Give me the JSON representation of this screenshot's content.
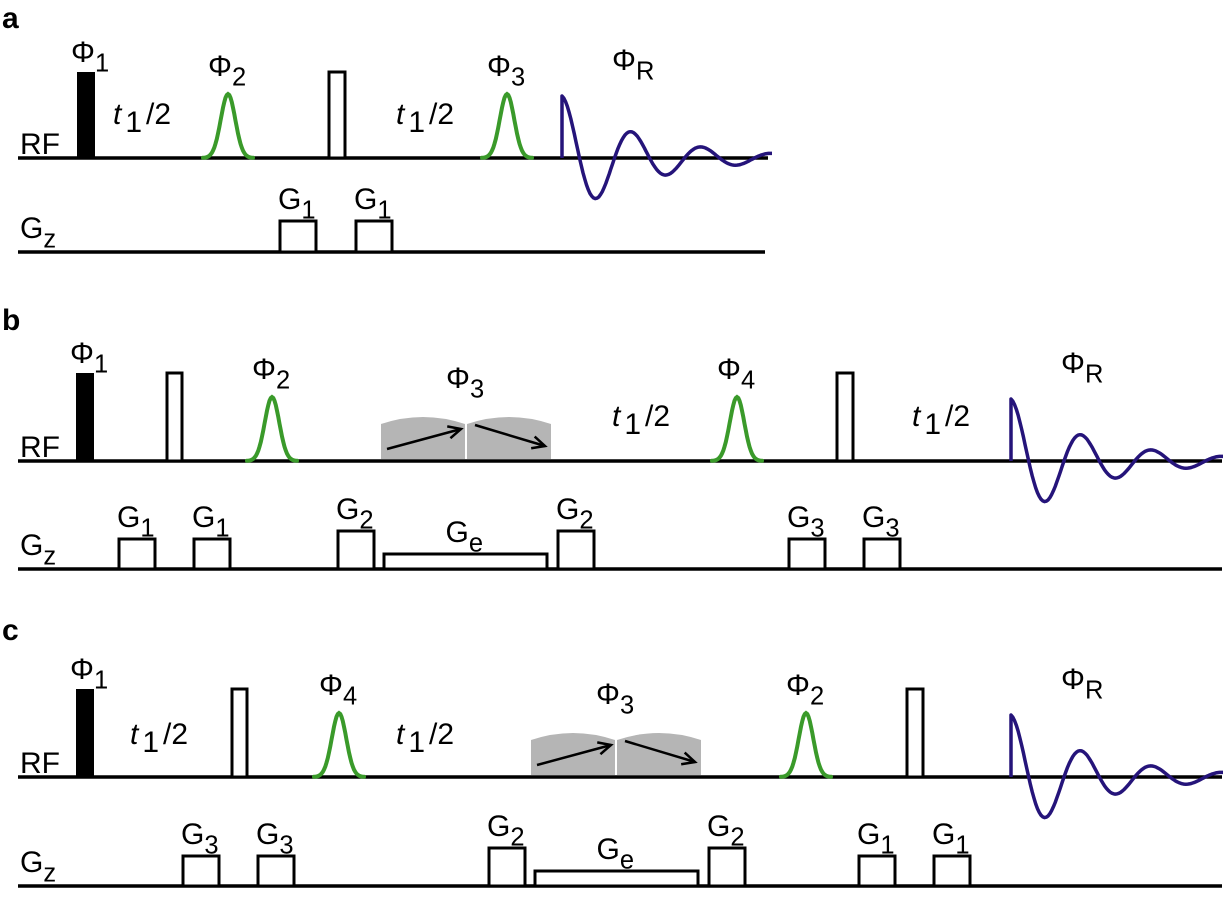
{
  "colors": {
    "shaped_pulse": "#3a9a2a",
    "fid": "#25147a",
    "adiabatic_pulse": "#b5b5b5",
    "line": "#000000"
  },
  "channel_labels": {
    "rf": "RF",
    "gz_main": "G",
    "gz_sub": "z"
  },
  "panels": [
    {
      "id": "a",
      "letter": "a",
      "rf_elements": [
        {
          "type": "hard90",
          "phase": {
            "main": "Φ",
            "sub": "1"
          }
        },
        {
          "type": "delay",
          "text": {
            "t": "t",
            "sub": "1",
            "rest": "/2"
          }
        },
        {
          "type": "shaped",
          "phase": {
            "main": "Φ",
            "sub": "2"
          }
        },
        {
          "type": "hard180"
        },
        {
          "type": "delay",
          "text": {
            "t": "t",
            "sub": "1",
            "rest": "/2"
          }
        },
        {
          "type": "shaped",
          "phase": {
            "main": "Φ",
            "sub": "3"
          }
        },
        {
          "type": "fid",
          "phase": {
            "main": "Φ",
            "sub": "R"
          }
        }
      ],
      "gradients": [
        {
          "label": {
            "main": "G",
            "sub": "1"
          }
        },
        {
          "label": {
            "main": "G",
            "sub": "1"
          }
        }
      ]
    },
    {
      "id": "b",
      "letter": "b",
      "rf_elements": [
        {
          "type": "hard90",
          "phase": {
            "main": "Φ",
            "sub": "1"
          }
        },
        {
          "type": "hard180"
        },
        {
          "type": "shaped",
          "phase": {
            "main": "Φ",
            "sub": "2"
          }
        },
        {
          "type": "adiabatic_pair",
          "phase": {
            "main": "Φ",
            "sub": "3"
          }
        },
        {
          "type": "delay",
          "text": {
            "t": "t",
            "sub": "1",
            "rest": "/2"
          }
        },
        {
          "type": "shaped",
          "phase": {
            "main": "Φ",
            "sub": "4"
          }
        },
        {
          "type": "hard180"
        },
        {
          "type": "delay",
          "text": {
            "t": "t",
            "sub": "1",
            "rest": "/2"
          }
        },
        {
          "type": "fid",
          "phase": {
            "main": "Φ",
            "sub": "R"
          }
        }
      ],
      "gradients": [
        {
          "label": {
            "main": "G",
            "sub": "1"
          }
        },
        {
          "label": {
            "main": "G",
            "sub": "1"
          }
        },
        {
          "label": {
            "main": "G",
            "sub": "2"
          }
        },
        {
          "label": {
            "main": "G",
            "sub": "e"
          }
        },
        {
          "label": {
            "main": "G",
            "sub": "2"
          }
        },
        {
          "label": {
            "main": "G",
            "sub": "3"
          }
        },
        {
          "label": {
            "main": "G",
            "sub": "3"
          }
        }
      ]
    },
    {
      "id": "c",
      "letter": "c",
      "rf_elements": [
        {
          "type": "hard90",
          "phase": {
            "main": "Φ",
            "sub": "1"
          }
        },
        {
          "type": "delay",
          "text": {
            "t": "t",
            "sub": "1",
            "rest": "/2"
          }
        },
        {
          "type": "hard180"
        },
        {
          "type": "shaped",
          "phase": {
            "main": "Φ",
            "sub": "4"
          }
        },
        {
          "type": "delay",
          "text": {
            "t": "t",
            "sub": "1",
            "rest": "/2"
          }
        },
        {
          "type": "adiabatic_pair",
          "phase": {
            "main": "Φ",
            "sub": "3"
          }
        },
        {
          "type": "shaped",
          "phase": {
            "main": "Φ",
            "sub": "2"
          }
        },
        {
          "type": "hard180"
        },
        {
          "type": "fid",
          "phase": {
            "main": "Φ",
            "sub": "R"
          }
        }
      ],
      "gradients": [
        {
          "label": {
            "main": "G",
            "sub": "3"
          }
        },
        {
          "label": {
            "main": "G",
            "sub": "3"
          }
        },
        {
          "label": {
            "main": "G",
            "sub": "2"
          }
        },
        {
          "label": {
            "main": "G",
            "sub": "e"
          }
        },
        {
          "label": {
            "main": "G",
            "sub": "2"
          }
        },
        {
          "label": {
            "main": "G",
            "sub": "1"
          }
        },
        {
          "label": {
            "main": "G",
            "sub": "1"
          }
        }
      ]
    }
  ]
}
